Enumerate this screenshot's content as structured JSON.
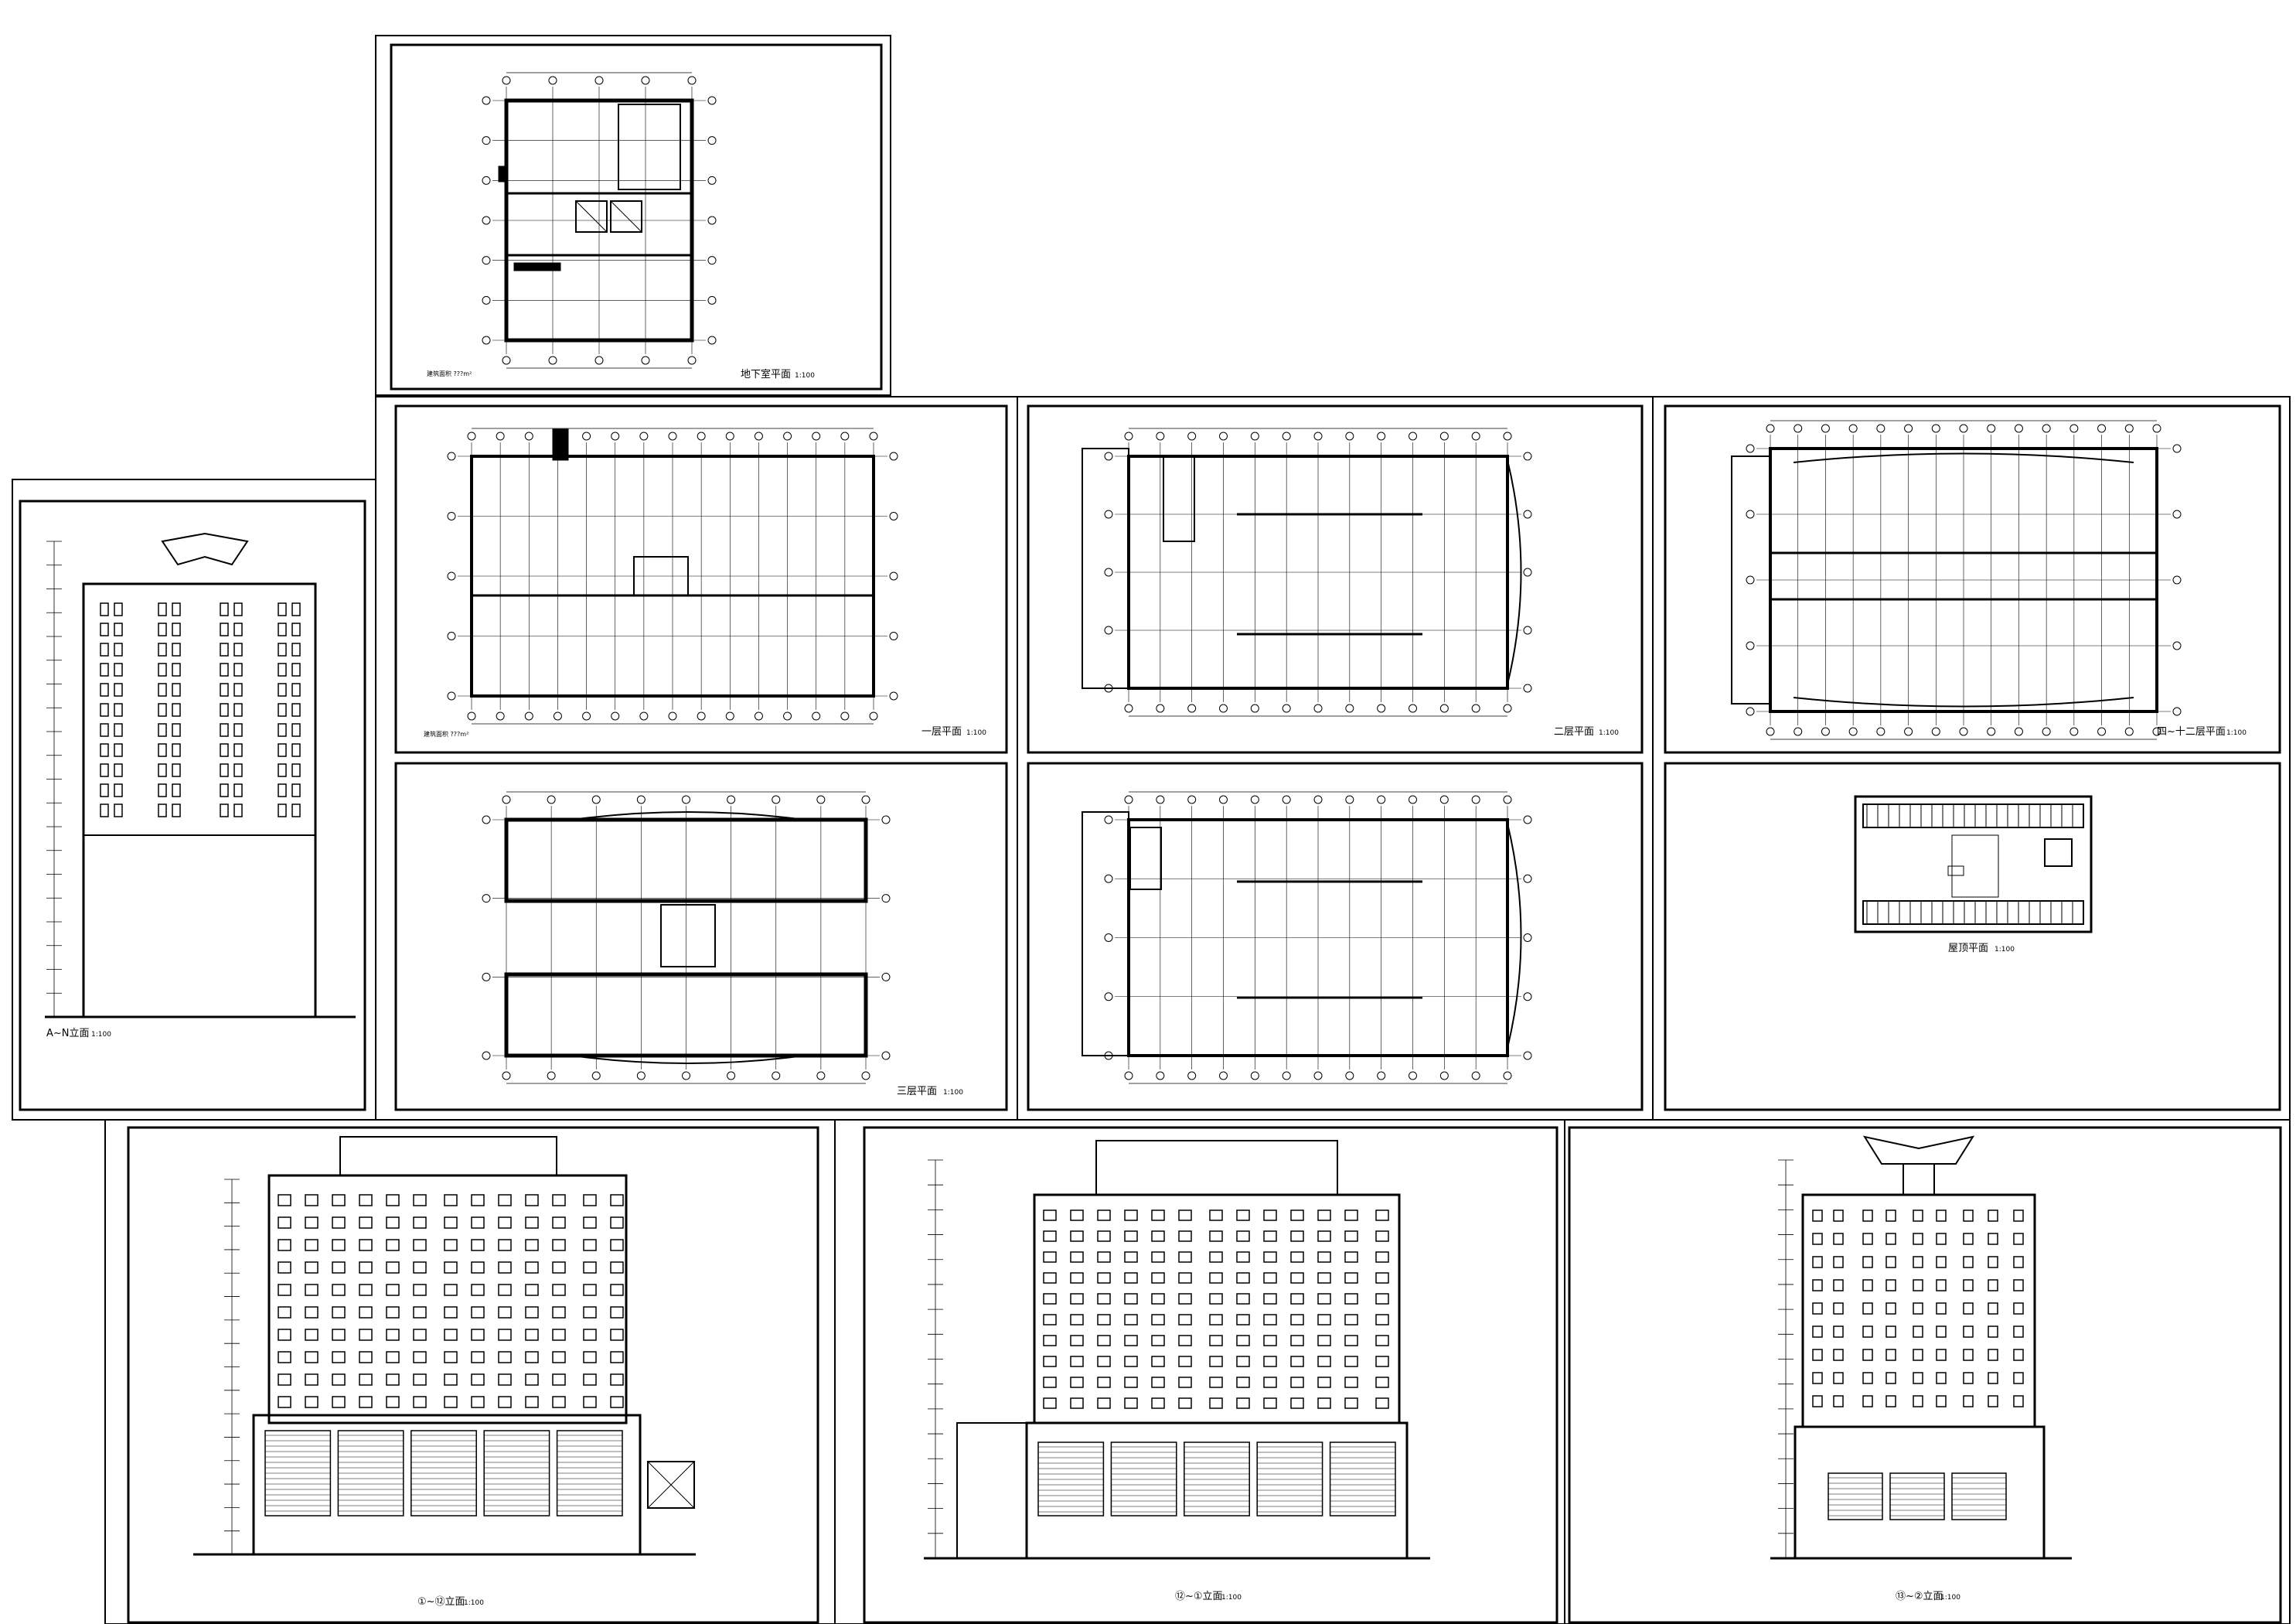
{
  "drawings": [
    {
      "id": "basement-plan",
      "title": "地下室平面",
      "scale": "1:100"
    },
    {
      "id": "floor-1-plan",
      "title": "一层平面",
      "scale": "1:100"
    },
    {
      "id": "floor-2-plan",
      "title": "二层平面",
      "scale": "1:100"
    },
    {
      "id": "typical-floor-plan",
      "title": "四~十二层平面",
      "scale": "1:100"
    },
    {
      "id": "floor-3-plan",
      "title": "三层平面",
      "scale": "1:100"
    },
    {
      "id": "roof-plan",
      "title": "屋顶平面",
      "scale": "1:100"
    },
    {
      "id": "side-elevation",
      "title": "A~N立面",
      "scale": "1:100"
    },
    {
      "id": "north-elevation",
      "title": "①~⑫立面",
      "scale": "1:100"
    },
    {
      "id": "south-elevation",
      "title": "⑫~①立面",
      "scale": "1:100"
    },
    {
      "id": "east-elevation",
      "title": "⑬~②立面",
      "scale": "1:100"
    }
  ],
  "notes": {
    "basement_area": "建筑面积 ???m²",
    "floor1_area": "建筑面积 ???m²"
  }
}
